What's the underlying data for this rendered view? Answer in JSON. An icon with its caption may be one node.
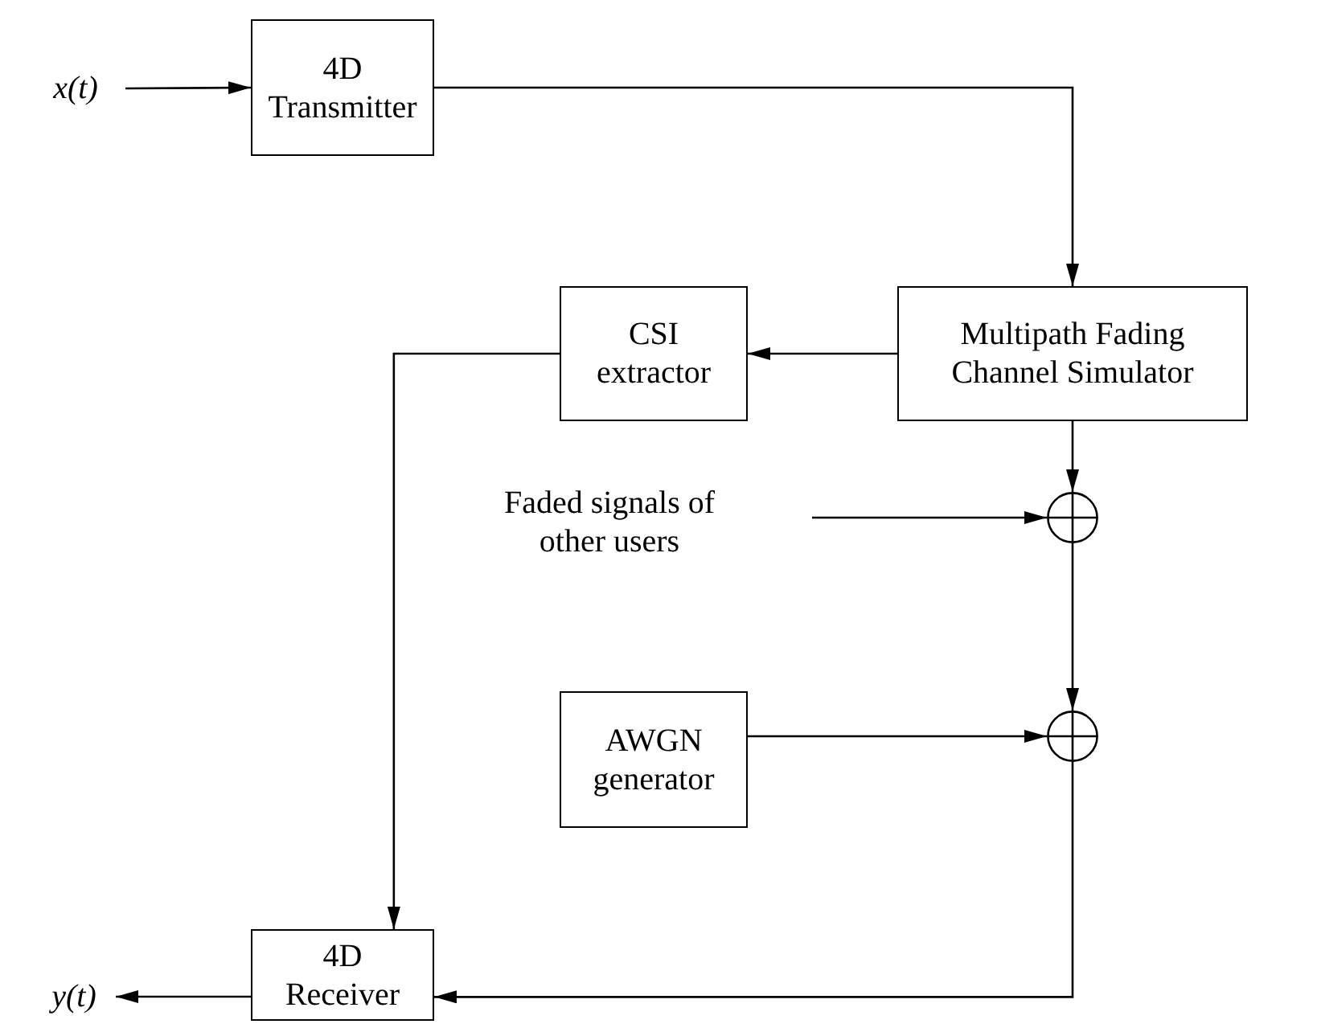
{
  "diagram": {
    "nodes": [
      {
        "text": [
          "x(t)"
        ]
      },
      {
        "text": [
          "4D Transmitter"
        ]
      },
      {
        "text": [
          "Multipath Fading Channel Simulator"
        ]
      },
      {
        "text": [
          "CSI extractor"
        ]
      },
      {
        "text": [
          "Faded signals of other users"
        ]
      },
      {
        "text": [],
        "shape": "circle"
      },
      {
        "text": [
          "AWGN generator"
        ]
      },
      {
        "text": [],
        "shape": "circle"
      },
      {
        "text": [
          "4D Receiver"
        ]
      },
      {
        "text": [
          "y(t)"
        ]
      }
    ],
    "edges": [
      {
        "from": 0,
        "to": 1,
        "arrow": "to"
      },
      {
        "from": 1,
        "to": 2,
        "arrow": "to"
      },
      {
        "from": 2,
        "to": 3,
        "arrow": "to"
      },
      {
        "from": 2,
        "to": 5,
        "arrow": "to"
      },
      {
        "from": 4,
        "to": 5,
        "arrow": "to"
      },
      {
        "from": 5,
        "to": 7,
        "arrow": "to"
      },
      {
        "from": 6,
        "to": 7,
        "arrow": "to"
      },
      {
        "from": 7,
        "to": 8,
        "arrow": "to"
      },
      {
        "from": 3,
        "to": 8,
        "arrow": "to"
      },
      {
        "from": 8,
        "to": 9,
        "arrow": "to"
      }
    ]
  }
}
